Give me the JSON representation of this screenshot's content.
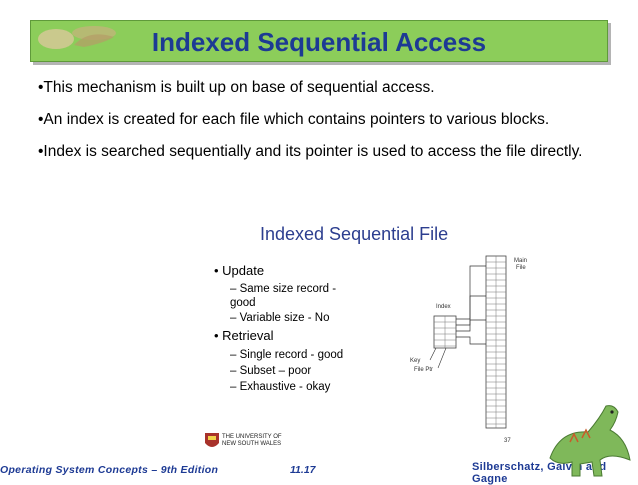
{
  "slide": {
    "title": "Indexed Sequential Access",
    "bullets": [
      "•This mechanism is built up on base of sequential access.",
      "•An index is created for each file which contains pointers to various blocks.",
      "•Index is searched sequentially and its pointer is used to access the file directly."
    ]
  },
  "figure": {
    "title": "Indexed Sequential File",
    "update_heading": "•  Update",
    "update_items": [
      "– Same size record - good",
      "– Variable size - No"
    ],
    "retrieval_heading": "•  Retrieval",
    "retrieval_items": [
      "– Single record - good",
      "– Subset – poor",
      "– Exhaustive - okay"
    ],
    "main_file_label": "Main File",
    "index_label": "Index",
    "key_label": "Key",
    "file_ptr_label": "File Ptr",
    "page_number": "37",
    "university_text": "THE UNIVERSITY OF NEW SOUTH WALES"
  },
  "footer": {
    "left": "Operating System Concepts – 9th Edition",
    "middle": "11.17",
    "right": "Silberschatz, Galvin and Gagne"
  },
  "colors": {
    "title_bar": "#8ccd5a",
    "title_text": "#1d3a94",
    "figure_title": "#2c3e8f",
    "footer_text": "#1d3a94"
  },
  "icons": {
    "header_logo": "dinosaur-logo-icon",
    "corner": "dinosaur-mascot-icon",
    "university": "unsw-crest-icon"
  }
}
